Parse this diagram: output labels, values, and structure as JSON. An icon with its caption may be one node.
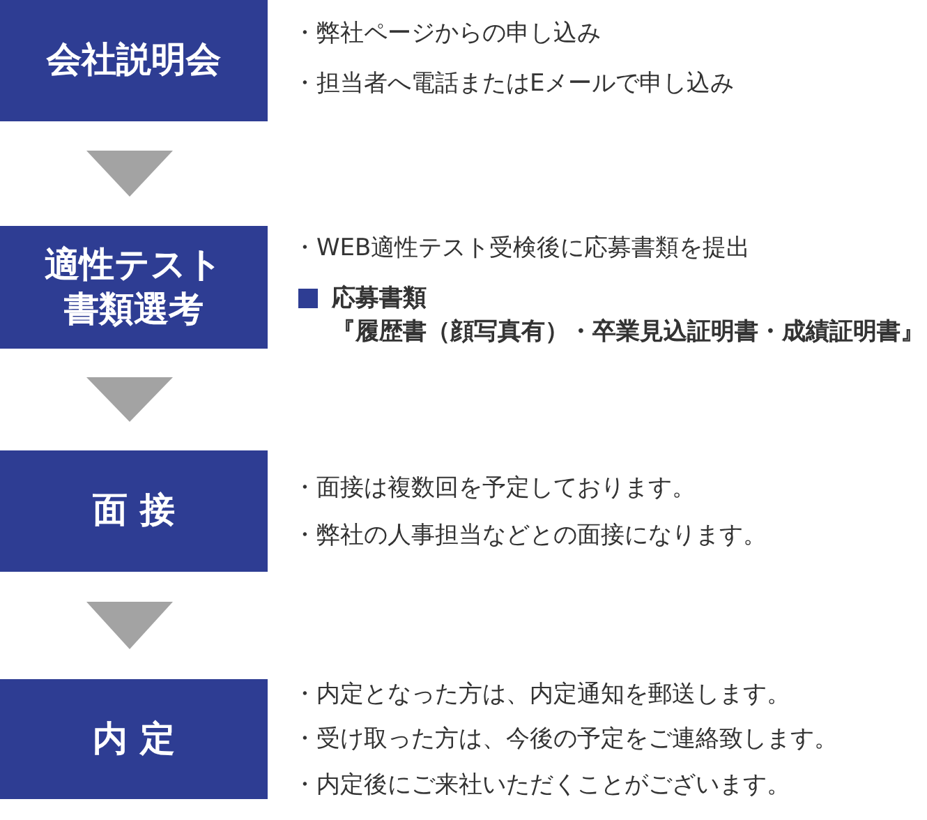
{
  "diagram": {
    "nodes": [
      {
        "text": [
          "会社説明会"
        ],
        "beside": [
          "・弊社ページからの申し込み",
          "・担当者へ電話またはEメールで申し込み"
        ]
      },
      {
        "text": [
          "適性テスト書類選考"
        ],
        "beside": [
          "・WEB適性テスト受検後に応募書類を提出",
          "応募書類",
          "『履歴書（顔写真有）・卒業見込証明書・成績証明書』"
        ]
      },
      {
        "text": [
          "面 接"
        ],
        "beside": [
          "・面接は複数回を予定しております。",
          "・弊社の人事担当などとの面接になります。"
        ]
      },
      {
        "text": [
          "内 定"
        ],
        "beside": [
          "・内定となった方は、内定通知を郵送します。",
          "・受け取った方は、今後の予定をご連絡致します。",
          "・内定後にご来社いただくことがございます。"
        ]
      }
    ],
    "edges": [
      {
        "from": 0,
        "to": 1,
        "arrow": "to"
      },
      {
        "from": 1,
        "to": 2,
        "arrow": "to"
      },
      {
        "from": 2,
        "to": 3,
        "arrow": "to"
      }
    ]
  }
}
